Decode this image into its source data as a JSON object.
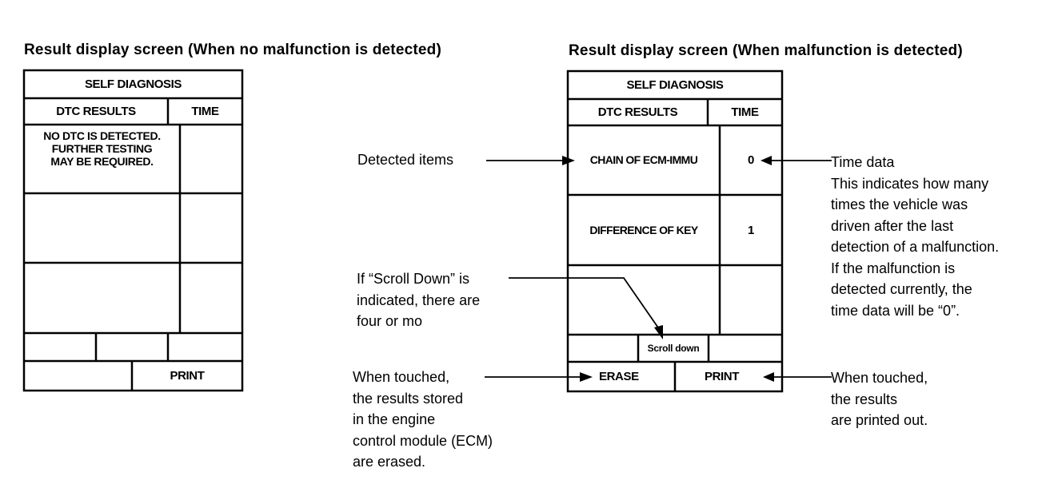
{
  "left_panel": {
    "heading": "Result display screen (When no malfunction is detected)",
    "title": "SELF DIAGNOSIS",
    "col_dtc": "DTC RESULTS",
    "col_time": "TIME",
    "row1_dtc": "NO DTC IS DETECTED.\nFURTHER TESTING\nMAY BE REQUIRED.",
    "print_label": "PRINT"
  },
  "right_panel": {
    "heading": "Result display screen (When malfunction is detected)",
    "title": "SELF DIAGNOSIS",
    "col_dtc": "DTC RESULTS",
    "col_time": "TIME",
    "rows": [
      {
        "dtc": "CHAIN OF ECM-IMMU",
        "time": "0"
      },
      {
        "dtc": "DIFFERENCE OF KEY",
        "time": "1"
      }
    ],
    "scroll_label": "Scroll down",
    "erase_label": "ERASE",
    "print_label": "PRINT"
  },
  "annotations": {
    "detected_items": "Detected items",
    "scroll_note": "If “Scroll Down” is\nindicated, there are\nfour or mo",
    "erase_note": "When touched,\nthe results stored\nin the engine\ncontrol module (ECM)\nare erased.",
    "time_note": "Time data\nThis indicates how many\ntimes the vehicle was\ndriven after the last\ndetection of a malfunction.\nIf the malfunction is\ndetected currently, the\ntime data will be “0”.",
    "print_note": "When touched,\nthe results\nare printed out."
  }
}
